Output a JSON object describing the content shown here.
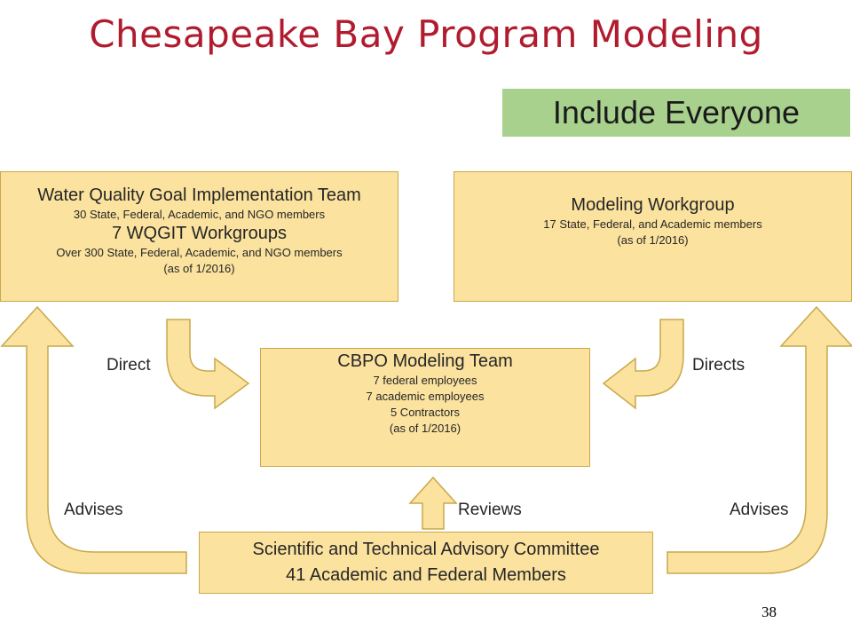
{
  "slide": {
    "title": "Chesapeake Bay Program Modeling",
    "banner": "Include Everyone",
    "page_number": "38"
  },
  "boxes": {
    "wqgit": {
      "title": "Water Quality Goal Implementation Team",
      "members": "30 State, Federal, Academic, and NGO members",
      "workgroups": "7 WQGIT Workgroups",
      "workgroup_members": "Over 300 State, Federal, Academic, and NGO members",
      "as_of": "(as of 1/2016)"
    },
    "modeling_workgroup": {
      "title": "Modeling Workgroup",
      "members": "17 State, Federal, and Academic members",
      "as_of": "(as of 1/2016)"
    },
    "cbpo": {
      "title": "CBPO Modeling Team",
      "line1": "7 federal employees",
      "line2": "7 academic employees",
      "line3": "5 Contractors",
      "as_of": "(as of 1/2016)"
    },
    "stac": {
      "title": "Scientific and Technical Advisory Committee",
      "members": "41 Academic and Federal Members"
    }
  },
  "arrow_labels": {
    "direct": "Direct",
    "directs": "Directs",
    "advises_left": "Advises",
    "advises_right": "Advises",
    "reviews": "Reviews"
  },
  "colors": {
    "title": "#b01c2e",
    "banner": "#a9d18e",
    "box_fill": "#fbe29e",
    "box_border": "#c9a84a",
    "arrow_fill": "#fbe29e",
    "arrow_stroke": "#c9a84a"
  }
}
